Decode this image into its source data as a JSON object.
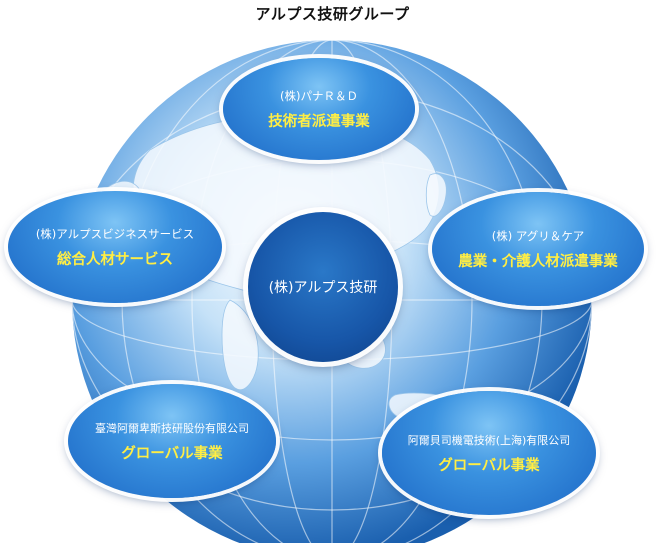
{
  "title": "アルプス技研グループ",
  "center": {
    "label": "(株)アルプス技研"
  },
  "nodes": [
    {
      "name": "(株)パナＲ＆Ｄ",
      "business": "技術者派遣事業"
    },
    {
      "name": "(株)アルプスビジネスサービス",
      "business": "総合人材サービス"
    },
    {
      "name": "(株) アグリ＆ケア",
      "business": "農業・介護人材派遣事業"
    },
    {
      "name": "臺灣阿爾卑斯技研股份有限公司",
      "business": "グローバル事業"
    },
    {
      "name": "阿爾貝司機電技術(上海)有限公司",
      "business": "グローバル事業"
    }
  ],
  "colors": {
    "globe_light": "#e8f4fd",
    "globe_dark": "#1a5fae",
    "node_blue": "#2f82d6",
    "center_blue": "#1756a8",
    "business_text": "#ffee44"
  }
}
